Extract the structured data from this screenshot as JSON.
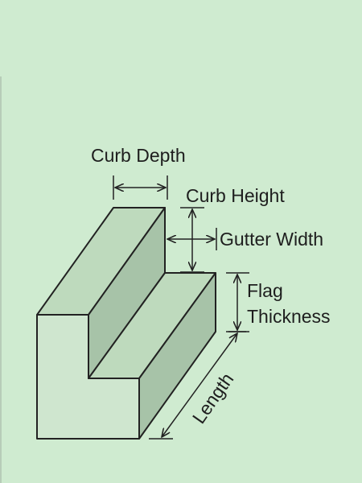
{
  "labels": {
    "curb_depth": "Curb Depth",
    "curb_height": "Curb Height",
    "gutter_width": "Gutter Width",
    "flag": "Flag",
    "thickness": "Thickness",
    "length": "Length"
  },
  "colors": {
    "background": "#cfebd0",
    "front_face": "#cfe6cf",
    "top_face": "#bedabd",
    "side_face": "#a7c3a8",
    "stroke": "#222222"
  }
}
